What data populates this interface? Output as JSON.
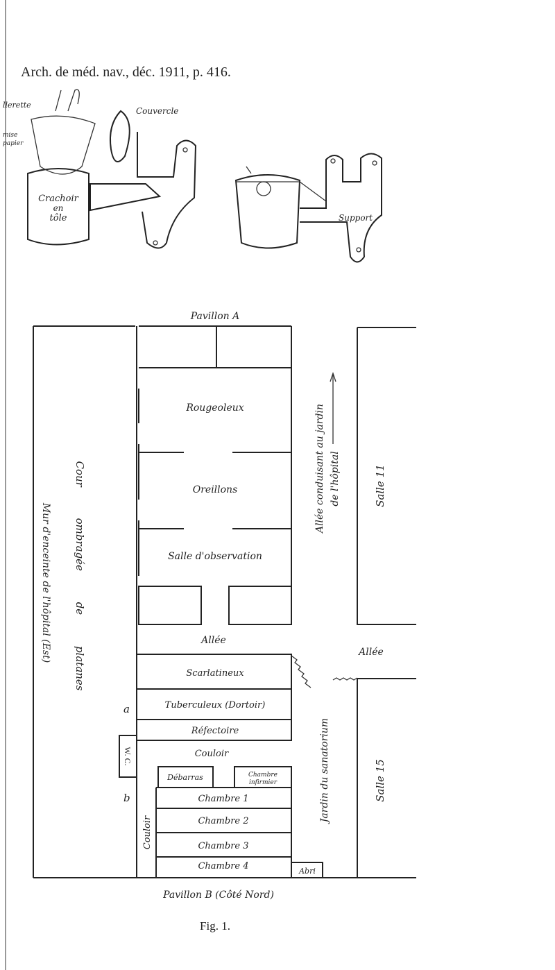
{
  "header": "Arch. de méd. nav., déc. 1911, p. 416.",
  "device": {
    "collerette": "llerette",
    "chemise": [
      "mise",
      "papier"
    ],
    "couvercle": "Couvercle",
    "crachoir": [
      "Crachoir",
      "en",
      "tôle"
    ],
    "support": "Support"
  },
  "plan": {
    "pavillon_a": "Pavillon A",
    "rougeoleux": "Rougeoleux",
    "oreillons": "Oreillons",
    "salle_observation": "Salle d'observation",
    "allee_center": "Allée",
    "allee_right": "Allée",
    "scarlatineux": "Scarlatineux",
    "tuberculeux": "Tuberculeux (Dortoir)",
    "refectoire": "Réfectoire",
    "couloir_h": "Couloir",
    "couloir_v": "Couloir",
    "debarras": "Débarras",
    "chambre_infirmier": [
      "Chambre",
      "infirmier"
    ],
    "chambres": [
      "Chambre 1",
      "Chambre 2",
      "Chambre 3",
      "Chambre 4"
    ],
    "abri": "Abri",
    "wc": "W. C.",
    "mark_a": "a",
    "mark_b": "b",
    "cour": "Cour ombragée de platanes",
    "mur": "Mur d'enceinte de l'hôpital (Est)",
    "allee_conduisant": [
      "Allée conduisant au jardin",
      "de l'hôpital"
    ],
    "salle_11": "Salle 11",
    "salle_15": "Salle 15",
    "jardin": "Jardin du sanatorium",
    "pavillon_b": "Pavillon B (Côté Nord)"
  },
  "caption": "Fig. 1."
}
